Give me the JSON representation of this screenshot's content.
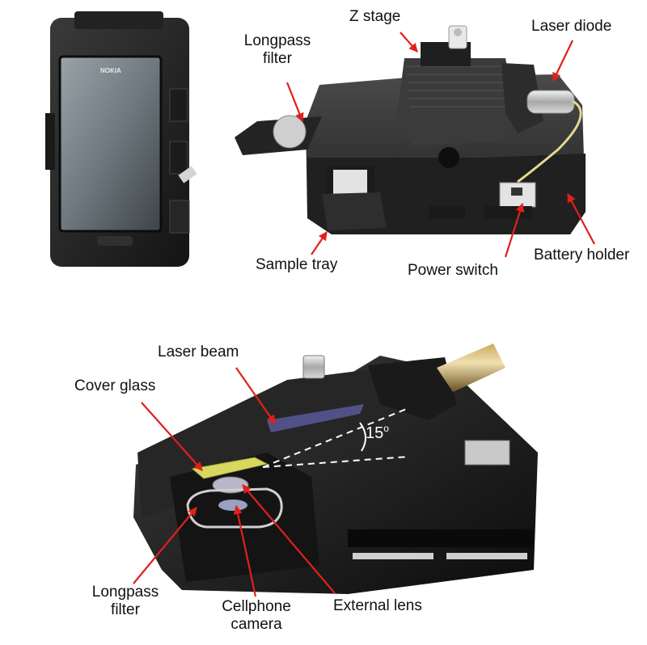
{
  "labels": {
    "z_stage": "Z stage",
    "laser_diode": "Laser diode",
    "longpass_filter_top_1": "Longpass",
    "longpass_filter_top_2": "filter",
    "sample_tray": "Sample tray",
    "power_switch": "Power switch",
    "battery_holder": "Battery holder",
    "laser_beam": "Laser beam",
    "cover_glass": "Cover glass",
    "angle": "15",
    "angle_unit": "o",
    "longpass_filter_bottom_1": "Longpass",
    "longpass_filter_bottom_2": "filter",
    "cellphone_camera_1": "Cellphone",
    "cellphone_camera_2": "camera",
    "external_lens": "External lens"
  },
  "phone_brand": "NOKIA",
  "colors": {
    "arrow": "#e0201a",
    "device_body": "#2a2a2a",
    "cover_glass": "#d8d860",
    "beam": "#8888ff"
  }
}
